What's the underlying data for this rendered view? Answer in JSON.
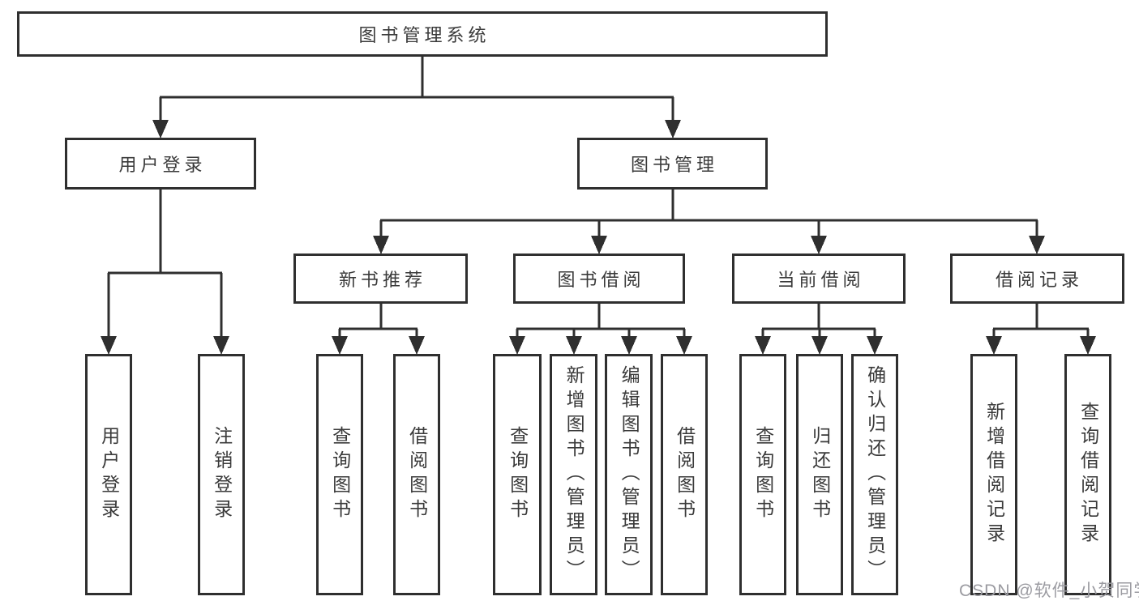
{
  "diagram": {
    "root": "图书管理系统",
    "level2": {
      "user_login": "用户登录",
      "book_management": "图书管理"
    },
    "level3": {
      "new_book_recommend": "新书推荐",
      "book_borrowing": "图书借阅",
      "current_borrowing": "当前借阅",
      "borrowing_records": "借阅记录"
    },
    "leaves": {
      "user_login": "用户登录",
      "logout": "注销登录",
      "recommend_search_books": "查询图书",
      "recommend_borrow_books": "借阅图书",
      "borrowing_search_books": "查询图书",
      "borrowing_add_books_admin": "新增图书（管理员）",
      "borrowing_edit_books_admin": "编辑图书（管理员）",
      "borrowing_borrow_books": "借阅图书",
      "current_search_books": "查询图书",
      "current_return_books": "归还图书",
      "current_confirm_return_admin": "确认归还（管理员）",
      "records_add_record": "新增借阅记录",
      "records_search_record": "查询借阅记录"
    }
  },
  "watermark": "CSDN @软件_小贺同学",
  "colors": {
    "line": "#2f2f2f",
    "text": "#3a3a3a",
    "box-bg": "#ffffff",
    "watermark": "#9b9ba1",
    "background": "#ffffff"
  }
}
